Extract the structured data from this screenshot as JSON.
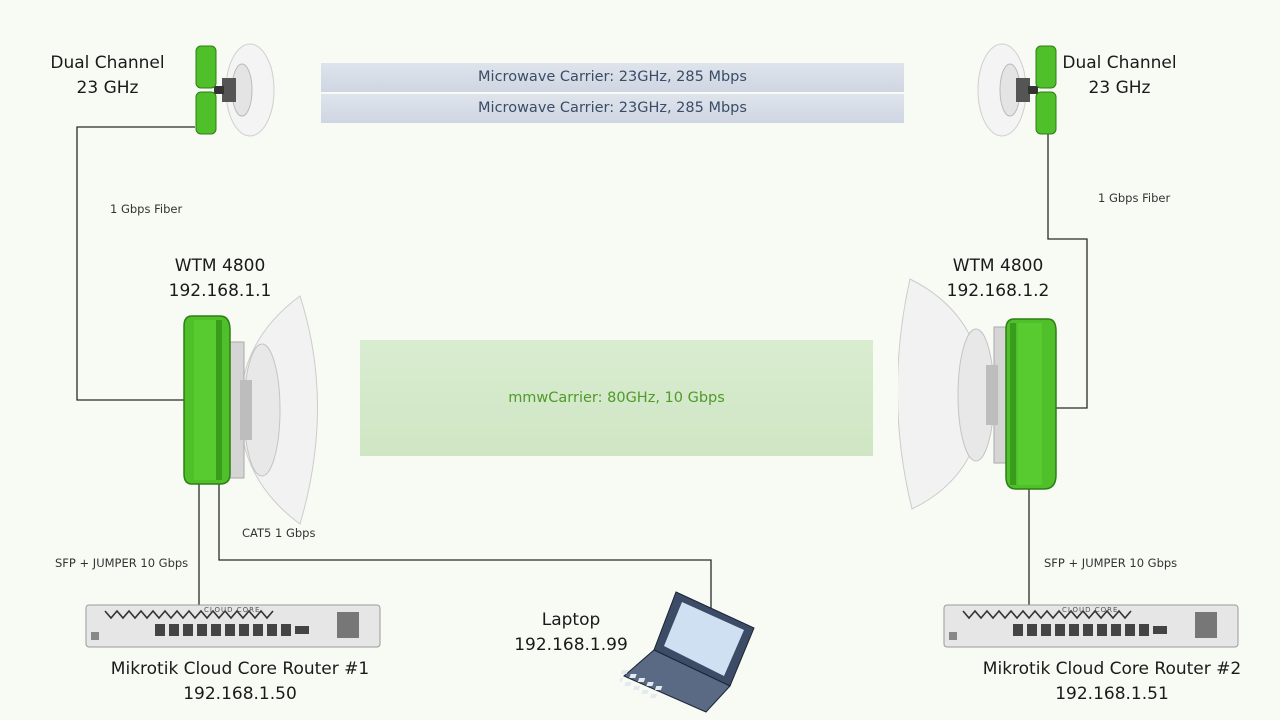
{
  "left": {
    "dual_channel": {
      "line1": "Dual Channel",
      "line2": "23 GHz"
    },
    "fiber_label": "1 Gbps Fiber",
    "wtm": {
      "name": "WTM 4800",
      "ip": "192.168.1.1"
    },
    "cat5_label": "CAT5  1 Gbps",
    "sfp_label": "SFP + JUMPER  10 Gbps",
    "router": {
      "name": "Mikrotik Cloud Core Router #1",
      "ip": "192.168.1.50"
    }
  },
  "right": {
    "dual_channel": {
      "line1": "Dual Channel",
      "line2": "23 GHz"
    },
    "fiber_label": "1 Gbps Fiber",
    "wtm": {
      "name": "WTM 4800",
      "ip": "192.168.1.2"
    },
    "sfp_label": "SFP + JUMPER  10 Gbps",
    "router": {
      "name": "Mikrotik Cloud Core Router #2",
      "ip": "192.168.1.51"
    }
  },
  "links": {
    "microwave_1": "Microwave Carrier: 23GHz, 285 Mbps",
    "microwave_2": "Microwave Carrier: 23GHz, 285 Mbps",
    "mmw": "mmwCarrier: 80GHz, 10 Gbps"
  },
  "laptop": {
    "name": "Laptop",
    "ip": "192.168.1.99"
  },
  "router_brand_text": "CLOUD CORE",
  "colors": {
    "radio_green": "#4fc02a",
    "dish_white": "#f2f2f2",
    "wire": "#2a2a2a",
    "mmw_text": "#4e9a2a",
    "band_text": "#3a4c66"
  }
}
